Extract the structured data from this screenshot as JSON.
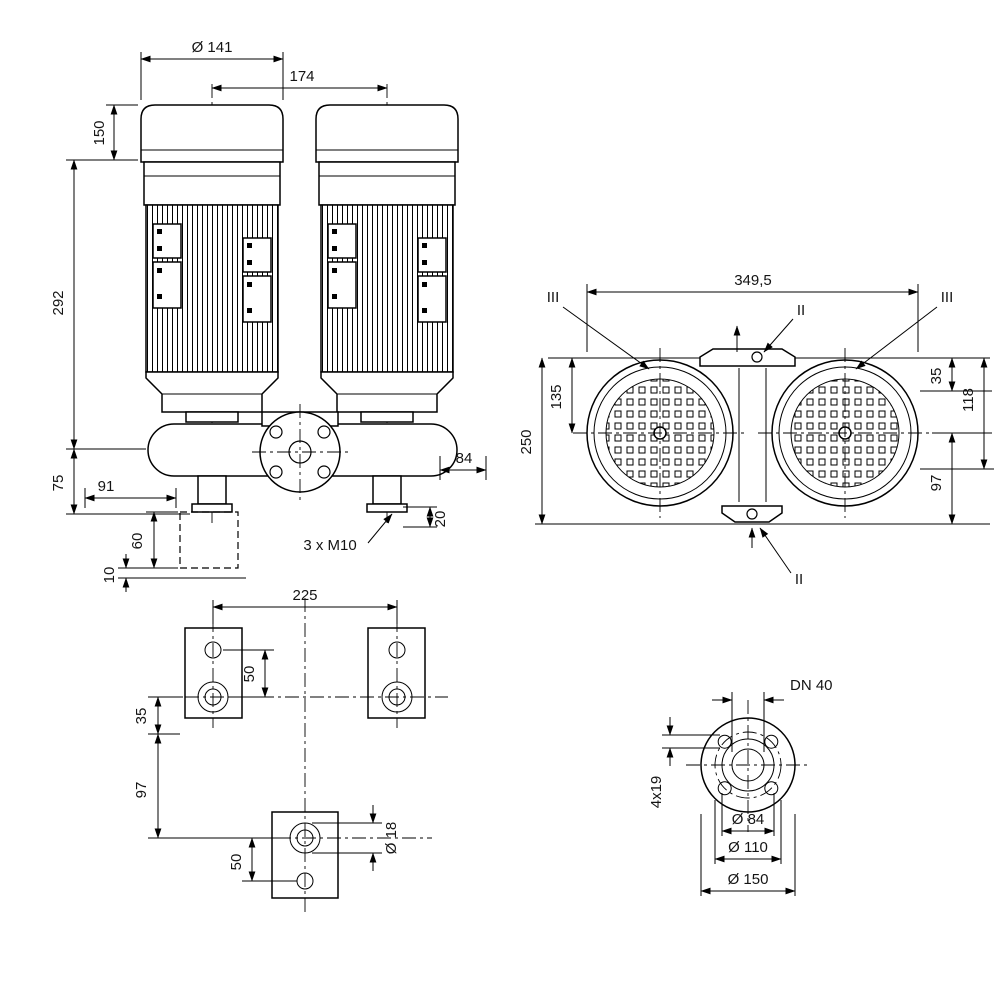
{
  "page": {
    "background": "#ffffff",
    "line_color": "#000000"
  },
  "views": {
    "front": {
      "dims": {
        "motor_diameter": "Ø 141",
        "shaft_spacing": "174",
        "fan_cowl_height": "150",
        "motor_height": "292",
        "pump_height": "75",
        "foot_offset_left": "91",
        "port_offset_right": "84",
        "foot_height": "60",
        "plate_thickness": "10",
        "port_depth": "20",
        "tapping": "3 x M10"
      }
    },
    "plan": {
      "dims": {
        "overall_width": "349,5",
        "center_offset": "135",
        "overall_depth": "250",
        "flange_offset": "35",
        "port_offset": "118",
        "bottom_offset": "97",
        "section_left": "III",
        "section_right": "III",
        "section_top": "II",
        "section_bottom": "II"
      }
    },
    "foot": {
      "dims": {
        "bolt_spacing": "225",
        "hole_pitch_top": "50",
        "axis_offset": "35",
        "rear_offset": "97",
        "hole_pitch_bottom": "50",
        "hole_diameter": "Ø 18"
      }
    },
    "flange": {
      "dims": {
        "nominal": "DN 40",
        "bolt_holes": "4x19",
        "hub_diameter": "Ø 84",
        "bolt_circle": "Ø 110",
        "outer_diameter": "Ø 150"
      }
    }
  }
}
